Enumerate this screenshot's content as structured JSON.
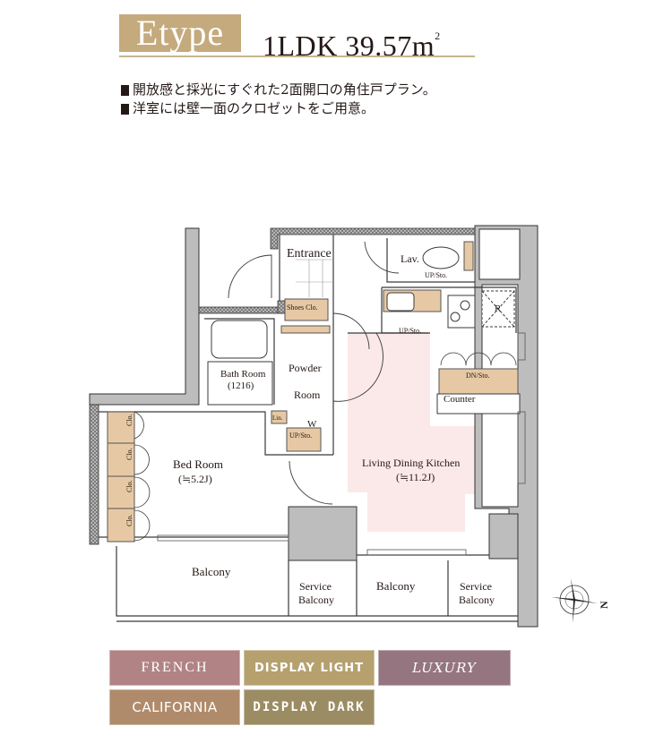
{
  "header": {
    "type_name": "Etype",
    "layout": "1LDK",
    "area": "39.57",
    "area_unit": "m",
    "area_unit_sup": "2"
  },
  "features": [
    "開放感と採光にすぐれた2面開口の角住戸プラン。",
    "洋室には壁一面のクロゼットをご用意。"
  ],
  "floor_plan": {
    "rooms": {
      "entrance": "Entrance",
      "lav": "Lav.",
      "shoes_closet": "Shoes Clo.",
      "bath_room": "Bath Room",
      "bath_size": "(1216)",
      "powder_room_1": "Powder",
      "powder_room_2": "Room",
      "linen": "Lin.",
      "washer": "W",
      "bed_room": "Bed Room",
      "bed_room_size": "(≒5.2J)",
      "ldk": "Living Dining Kitchen",
      "ldk_size": "(≒11.2J)",
      "counter": "Counter",
      "refrigerator": "R",
      "balcony_left": "Balcony",
      "balcony_center": "Balcony",
      "service_balcony_left_1": "Service",
      "service_balcony_left_2": "Balcony",
      "service_balcony_right_1": "Service",
      "service_balcony_right_2": "Balcony"
    },
    "storage_labels": {
      "up_sto_lav": "UP/Sto.",
      "up_sto_kitchen": "UP/Sto.",
      "up_sto_washer": "UP/Sto.",
      "dn_sto_counter": "DN/Sto.",
      "closet": "Clo."
    },
    "compass": {
      "north_label": "N"
    },
    "colors": {
      "wall_gray": "#bdbdbd",
      "storage_tan": "#e6c9a4",
      "ldk_pink": "#fbe9e9",
      "line": "#3a3a3a"
    }
  },
  "color_options": [
    {
      "label": "FRENCH",
      "color": "#b28384"
    },
    {
      "label": "DISPLAY LIGHT",
      "color": "#b5a06e"
    },
    {
      "label": "LUXURY",
      "color": "#95757f"
    },
    {
      "label": "CALIFORNIA",
      "color": "#b08b6b"
    },
    {
      "label": "DISPLAY DARK",
      "color": "#9c8c63"
    }
  ]
}
